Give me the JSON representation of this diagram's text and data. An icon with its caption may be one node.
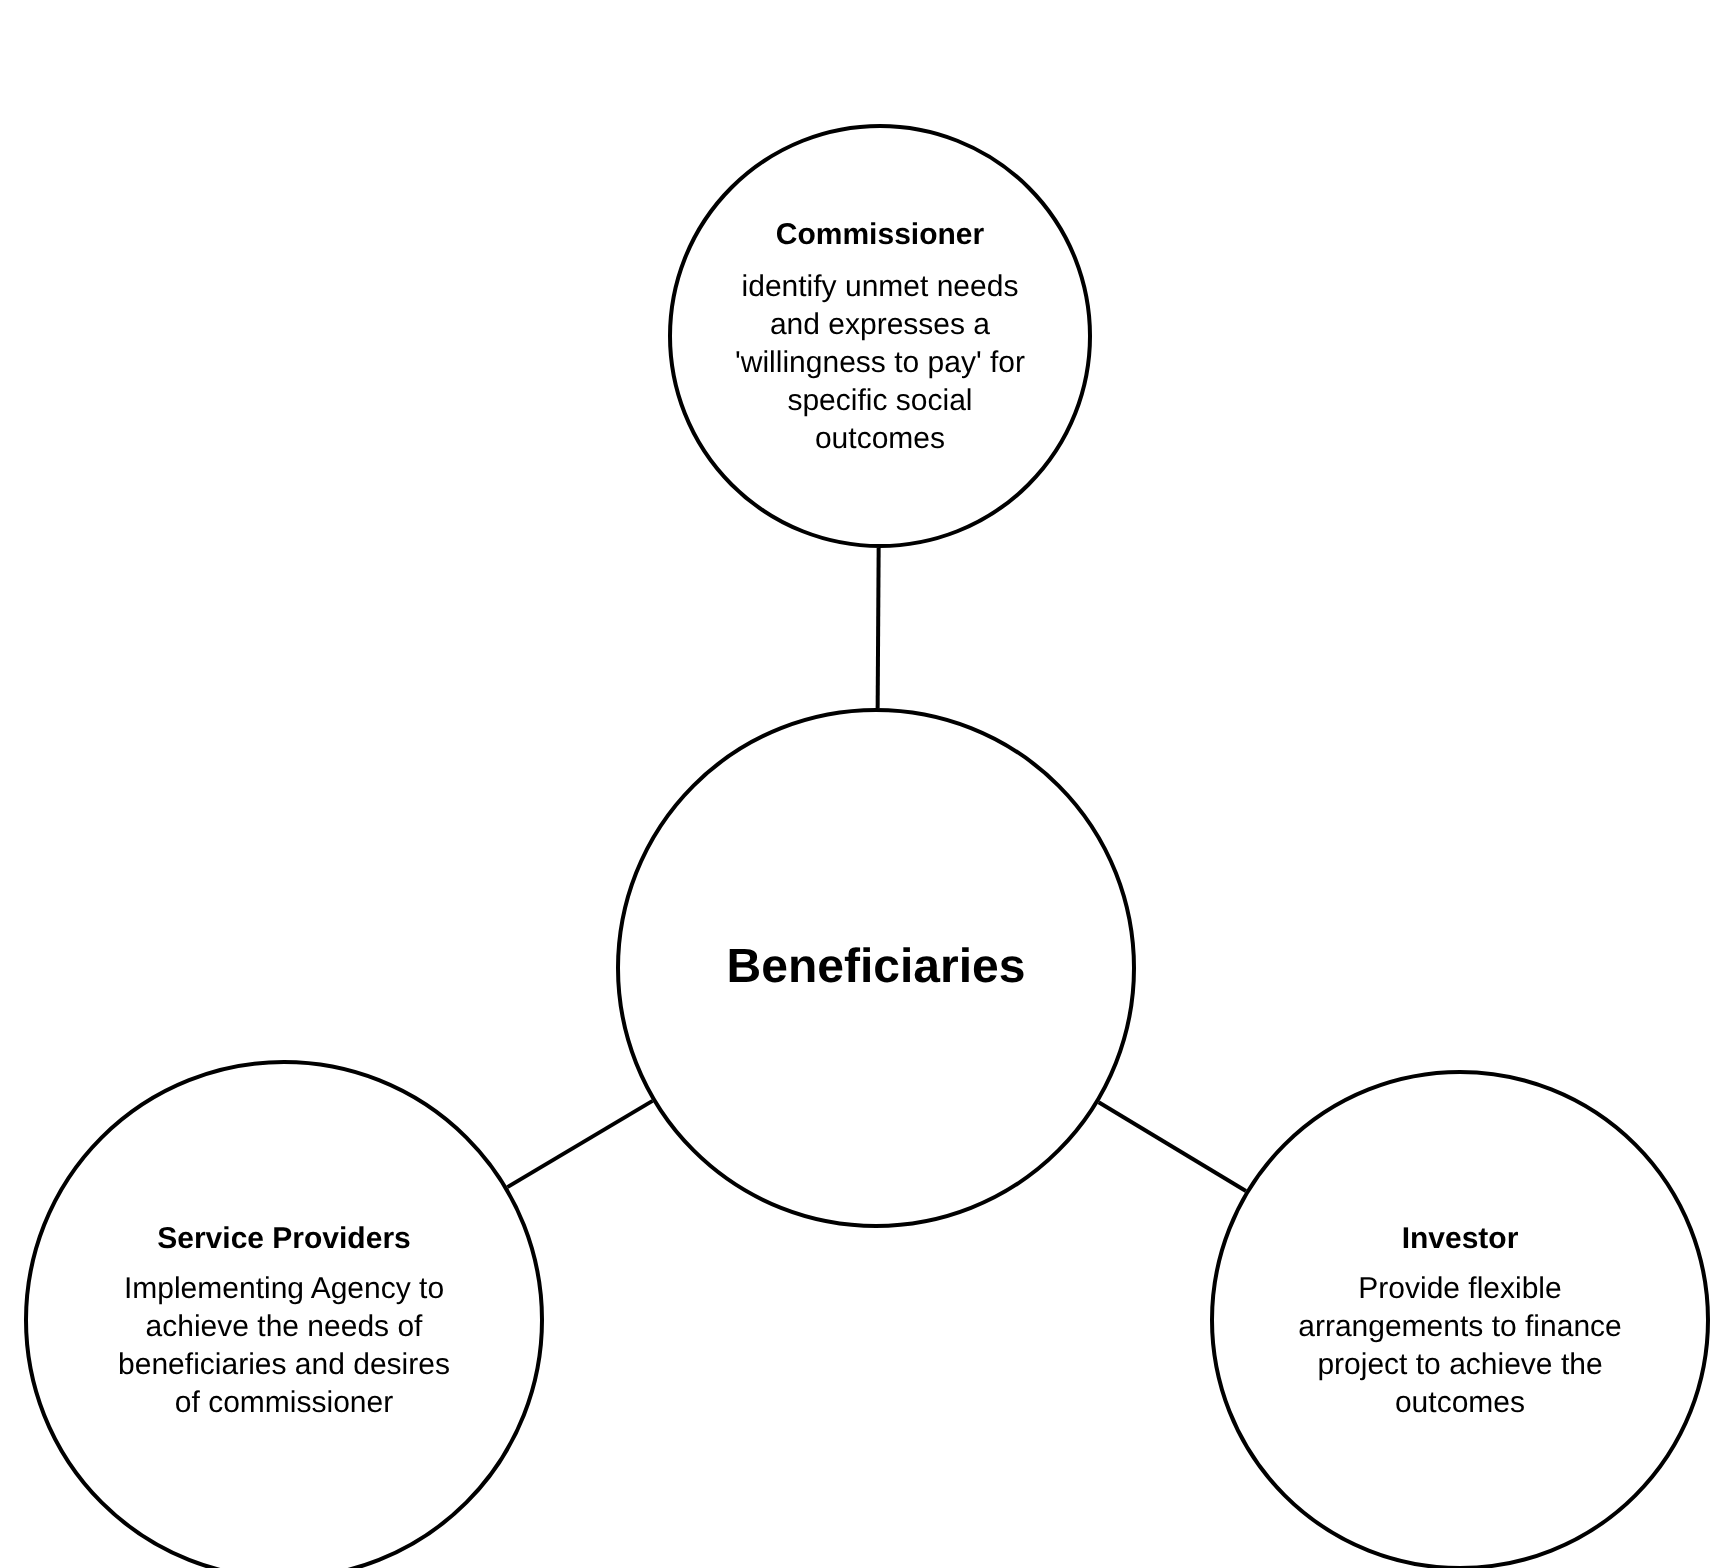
{
  "diagram": {
    "nodes": [
      {
        "text": [
          "Commissioner",
          "identify unmet needs and expresses a 'willingness to pay' for specific social outcomes"
        ]
      },
      {
        "text": [
          "Beneficiaries"
        ]
      },
      {
        "text": [
          "Service Providers",
          "Implementing Agency to achieve the needs of beneficiaries and desires of commissioner"
        ]
      },
      {
        "text": [
          "Investor",
          "Provide flexible arrangements to finance project to achieve the outcomes"
        ]
      }
    ],
    "edges": [
      {
        "from": 0,
        "to": 1,
        "arrow": "none"
      },
      {
        "from": 2,
        "to": 1,
        "arrow": "none"
      },
      {
        "from": 1,
        "to": 3,
        "arrow": "none"
      }
    ]
  }
}
